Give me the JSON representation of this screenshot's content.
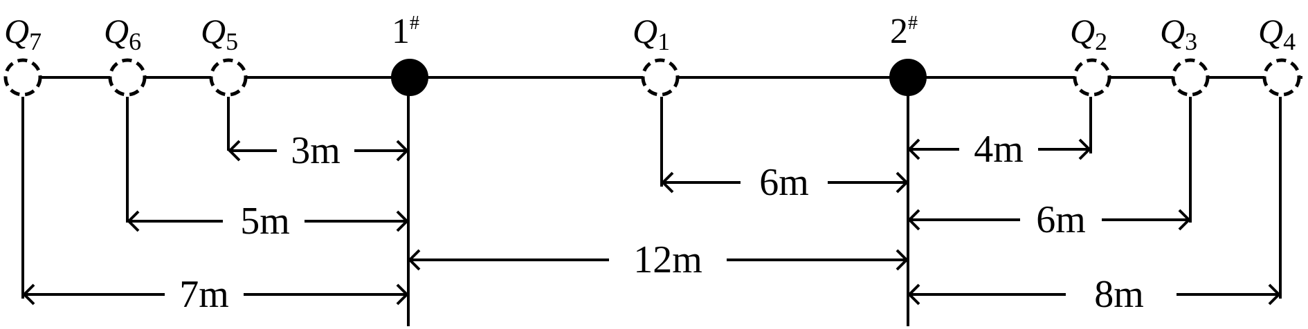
{
  "points": [
    {
      "id": "Q7",
      "letter": "Q",
      "sub": "7",
      "type": "dashed"
    },
    {
      "id": "Q6",
      "letter": "Q",
      "sub": "6",
      "type": "dashed"
    },
    {
      "id": "Q5",
      "letter": "Q",
      "sub": "5",
      "type": "dashed"
    },
    {
      "id": "S1",
      "letter": "1",
      "sup": "#",
      "type": "solid"
    },
    {
      "id": "Q1",
      "letter": "Q",
      "sub": "1",
      "type": "dashed"
    },
    {
      "id": "S2",
      "letter": "2",
      "sup": "#",
      "type": "solid"
    },
    {
      "id": "Q2",
      "letter": "Q",
      "sub": "2",
      "type": "dashed"
    },
    {
      "id": "Q3",
      "letter": "Q",
      "sub": "3",
      "type": "dashed"
    },
    {
      "id": "Q4",
      "letter": "Q",
      "sub": "4",
      "type": "dashed"
    }
  ],
  "dimensions": [
    {
      "from": "Q5",
      "to": "S1",
      "label": "3m"
    },
    {
      "from": "Q6",
      "to": "S1",
      "label": "5m"
    },
    {
      "from": "Q7",
      "to": "S1",
      "label": "7m"
    },
    {
      "from": "S1",
      "to": "S2",
      "label": "12m"
    },
    {
      "from": "Q1",
      "to": "S2",
      "label": "6m"
    },
    {
      "from": "S2",
      "to": "Q2",
      "label": "4m"
    },
    {
      "from": "S2",
      "to": "Q3",
      "label": "6m"
    },
    {
      "from": "S2",
      "to": "Q4",
      "label": "8m"
    }
  ]
}
